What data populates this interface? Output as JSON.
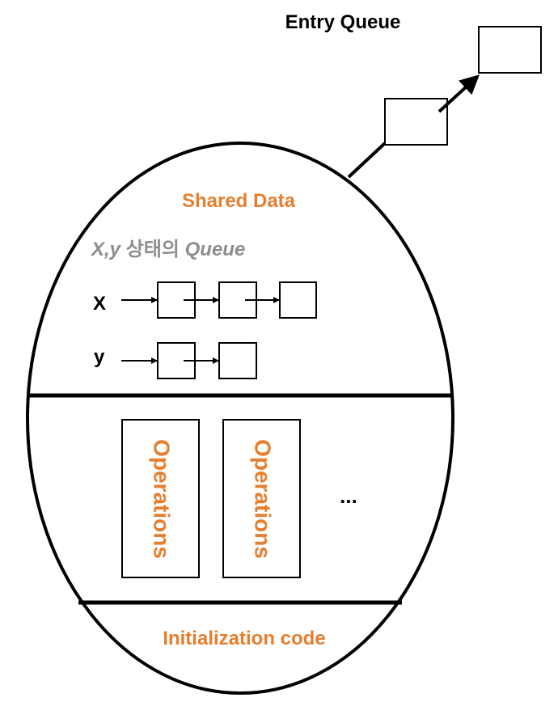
{
  "entry_queue": {
    "title": "Entry Queue"
  },
  "shared_data": {
    "title": "Shared Data",
    "queue_caption": {
      "vars": "X,y",
      "korean": " 상태의 ",
      "word": "Queue"
    },
    "queues": [
      {
        "label": "X"
      },
      {
        "label": "y"
      }
    ]
  },
  "operations": {
    "labels": [
      "Operations",
      "Operations"
    ],
    "ellipsis": "..."
  },
  "initialization": {
    "label": "Initialization code"
  },
  "colors": {
    "accent": "#e67e2e",
    "caption_gray": "#8e8e8e",
    "stroke": "#000000"
  }
}
